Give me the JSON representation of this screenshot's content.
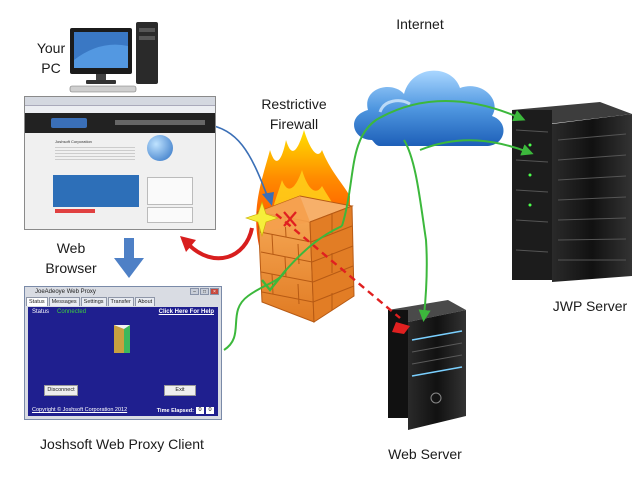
{
  "labels": {
    "your_pc": "Your\nPC",
    "internet": "Internet",
    "firewall": "Restrictive\nFirewall",
    "web_browser": "Web\nBrowser",
    "jwp_server": "JWP Server",
    "web_server": "Web Server",
    "proxy_client": "Joshsoft Web Proxy Client"
  },
  "proxy_window": {
    "title": "JoeAdeoye Web Proxy",
    "tabs": [
      "Status",
      "Messages",
      "Settings",
      "Transfer",
      "About"
    ],
    "status_label": "Status",
    "status_value": "Connected",
    "help_link": "Click Here For Help",
    "disconnect": "Disconnect",
    "exit": "Exit",
    "copyright": "Copyright © Joshsoft Corporation 2012",
    "time_label": "Time Elapsed:",
    "time_a": "0",
    "time_b": "0"
  },
  "browser": {
    "site_name": "Joshsoft Corporation"
  },
  "colors": {
    "green_path": "#3cb83c",
    "red_path": "#e02020",
    "blue_arrow": "#3b6fb6",
    "firewall_brick": "#f0963a",
    "cloud": "#4a90d9"
  }
}
